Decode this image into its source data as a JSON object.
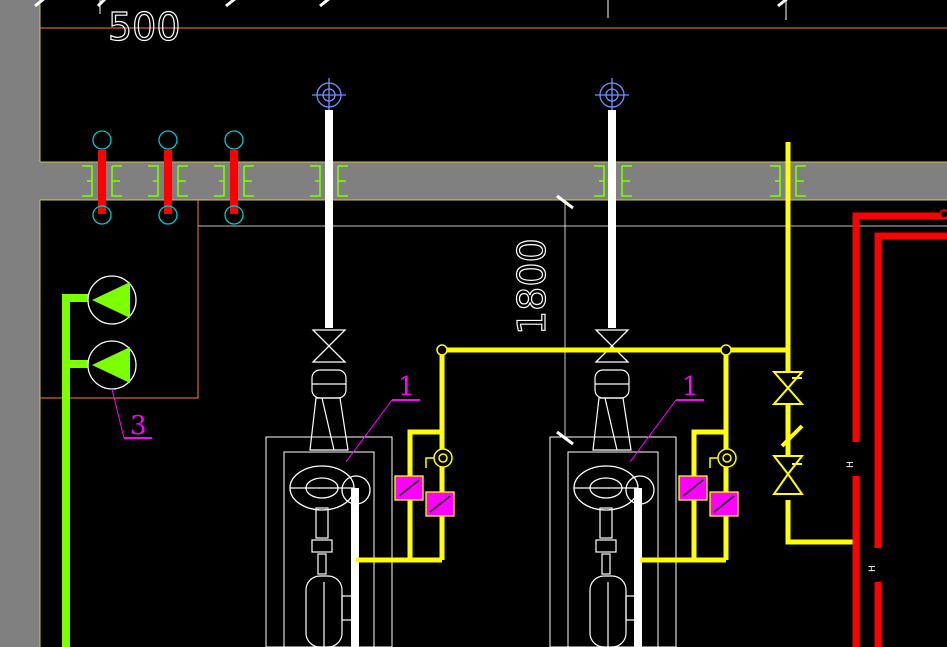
{
  "dimensions": {
    "top": "500",
    "vertical": "1800"
  },
  "callouts": {
    "pump_left": "1",
    "pump_right": "1",
    "hydrant": "3"
  },
  "pipe_marks": {
    "red_1": "H",
    "red_2": "H"
  },
  "colors": {
    "background": "#000000",
    "wall": "#808080",
    "yellow_pipe": "#ffff00",
    "red_pipe": "#ff0000",
    "green_pipe": "#7cff00",
    "white_pipe": "#ffffff",
    "magenta": "#ff00ff",
    "cyan": "#00c8c8",
    "leader": "#ff8040"
  }
}
